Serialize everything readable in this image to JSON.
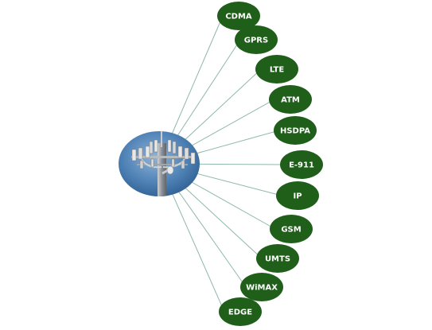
{
  "diagram": {
    "center": {
      "image": "cell-tower-antenna-photo"
    },
    "nodes": [
      {
        "label": "CDMA"
      },
      {
        "label": "GPRS"
      },
      {
        "label": "LTE"
      },
      {
        "label": "ATM"
      },
      {
        "label": "HSDPA"
      },
      {
        "label": "E-911"
      },
      {
        "label": "IP"
      },
      {
        "label": "GSM"
      },
      {
        "label": "UMTS"
      },
      {
        "label": "WiMAX"
      },
      {
        "label": "EDGE"
      }
    ],
    "colors": {
      "node_fill": "#1f5f1a",
      "node_text": "#ffffff",
      "connector": "#8fb8ad",
      "center_fill": "#3f74a6",
      "sky_light": "#8fb4d8"
    }
  }
}
